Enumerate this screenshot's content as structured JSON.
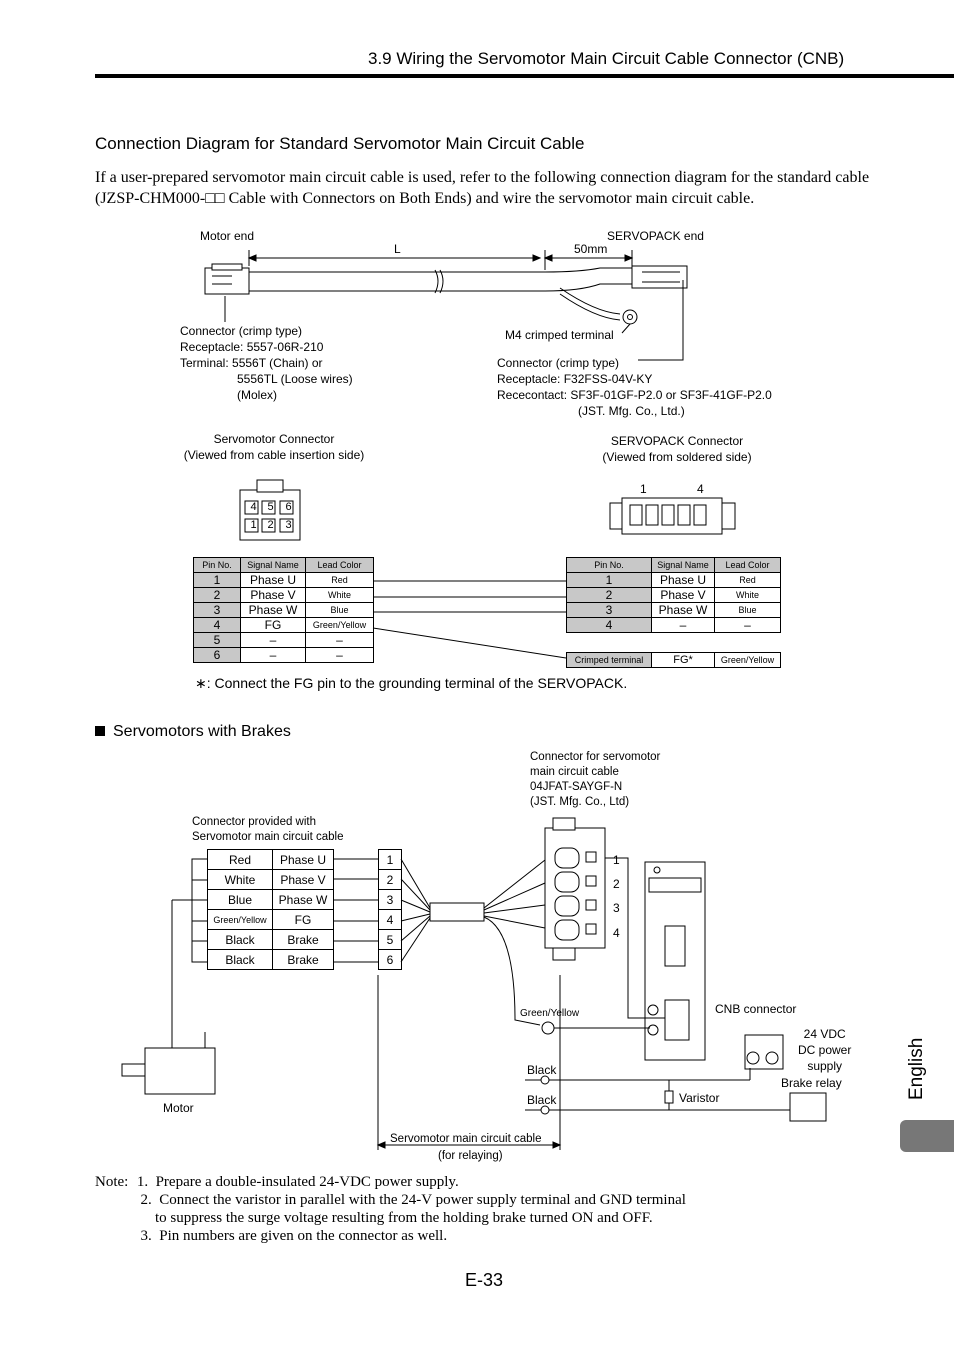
{
  "header": {
    "section_title": "3.9  Wiring the Servomotor Main Circuit Cable Connector (CNB)"
  },
  "side_tab": {
    "label": "English"
  },
  "section": {
    "title": "Connection Diagram for Standard Servomotor Main Circuit Cable",
    "paragraph": "If a user-prepared servomotor main circuit cable is used, refer to the following connection diagram for the standard cable (JZSP-CHM000-□□ Cable with Connectors on Both Ends) and wire the servomotor main circuit cable."
  },
  "cable_diagram": {
    "motor_end": "Motor end",
    "servopack_end": "SERVOPACK end",
    "length_label": "L",
    "length_50": "50mm",
    "m4_terminal": "M4 crimped terminal",
    "left_connector": [
      "Connector (crimp type)",
      "Receptacle: 5557-06R-210",
      "Terminal: 5556T (Chain) or",
      "5556TL (Loose wires)",
      "(Molex)"
    ],
    "right_connector": [
      "Connector (crimp type)",
      "Receptacle: F32FSS-04V-KY",
      "Rececontact: SF3F-01GF-P2.0 or SF3F-41GF-P2.0",
      "(JST. Mfg. Co., Ltd.)"
    ]
  },
  "servomotor_connector": {
    "title": "Servomotor Connector",
    "subtitle": "(Viewed from cable insertion side)",
    "pins_top": [
      "4",
      "5",
      "6"
    ],
    "pins_bottom": [
      "1",
      "2",
      "3"
    ]
  },
  "servopack_connector": {
    "title": "SERVOPACK Connector",
    "subtitle": "(Viewed from soldered side)",
    "pin_first": "1",
    "pin_last": "4"
  },
  "motor_table": {
    "headers": [
      "Pin No.",
      "Signal Name",
      "Lead Color"
    ],
    "rows": [
      [
        "1",
        "Phase U",
        "Red"
      ],
      [
        "2",
        "Phase V",
        "White"
      ],
      [
        "3",
        "Phase W",
        "Blue"
      ],
      [
        "4",
        "FG",
        "Green/Yellow"
      ],
      [
        "5",
        "–",
        "–"
      ],
      [
        "6",
        "–",
        "–"
      ]
    ]
  },
  "servopack_table": {
    "headers": [
      "Pin No.",
      "Signal Name",
      "Lead Color"
    ],
    "rows": [
      [
        "1",
        "Phase U",
        "Red"
      ],
      [
        "2",
        "Phase V",
        "White"
      ],
      [
        "3",
        "Phase W",
        "Blue"
      ],
      [
        "4",
        "–",
        "–"
      ]
    ],
    "crimped_row": [
      "Crimped terminal",
      "FG*",
      "Green/Yellow"
    ]
  },
  "fg_note": "∗: Connect the FG pin to the grounding terminal of the SERVOPACK.",
  "brake_section": {
    "title": "Servomotors with Brakes",
    "connector_label": [
      "Connector for servomotor",
      "main circuit cable",
      "04JFAT-SAYGF-N",
      "(JST. Mfg. Co., Ltd)"
    ],
    "provided_label": [
      "Connector provided with",
      "Servomotor main circuit cable"
    ],
    "rows": [
      [
        "Red",
        "Phase U",
        "1"
      ],
      [
        "White",
        "Phase V",
        "2"
      ],
      [
        "Blue",
        "Phase W",
        "3"
      ],
      [
        "Green/Yellow",
        "FG",
        "4"
      ],
      [
        "Black",
        "Brake",
        "5"
      ],
      [
        "Black",
        "Brake",
        "6"
      ]
    ],
    "connector_pins": [
      "1",
      "2",
      "3",
      "4"
    ],
    "green_yellow": "Green/Yellow",
    "cnb_connector": "CNB connector",
    "power_supply": [
      "24 VDC",
      "DC power",
      "supply"
    ],
    "brake_relay": "Brake relay",
    "black1": "Black",
    "black2": "Black",
    "varistor": "Varistor",
    "motor": "Motor",
    "cable_label": "Servomotor main circuit cable",
    "cable_sub": "(for relaying)"
  },
  "notes": {
    "prefix": "Note:",
    "items": [
      {
        "num": "1.",
        "text": "Prepare a double-insulated 24-VDC power supply."
      },
      {
        "num": "2.",
        "text": "Connect the varistor in parallel with the 24-V power supply terminal and GND terminal"
      },
      {
        "num": "",
        "text": "to suppress the surge voltage resulting from the holding brake turned ON and OFF."
      },
      {
        "num": "3.",
        "text": "Pin numbers are given on the connector as well."
      }
    ]
  },
  "page_number": "E-33"
}
